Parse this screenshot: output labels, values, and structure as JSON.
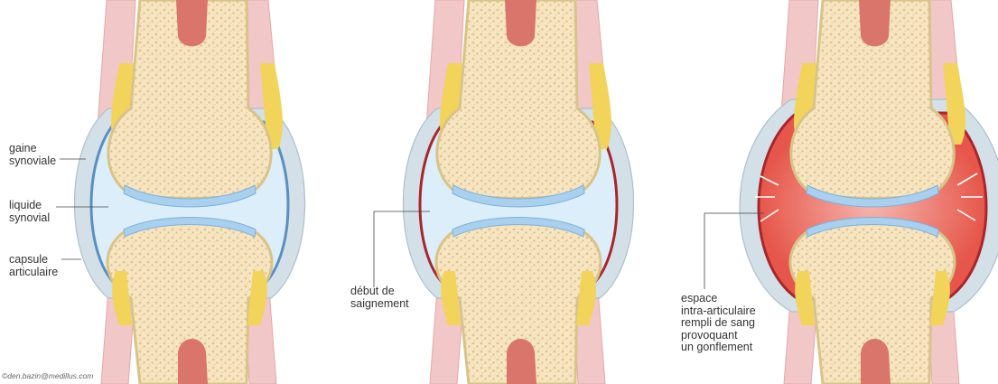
{
  "panels": [
    {
      "id": "normal",
      "labels": [
        {
          "key": "sheath",
          "text": "gaine\nsynoviale"
        },
        {
          "key": "fluid",
          "text": "liquide\nsynovial"
        },
        {
          "key": "capsule",
          "text": "capsule\narticulaire"
        }
      ]
    },
    {
      "id": "bleed-start",
      "labels": [
        {
          "key": "bleed",
          "text": "début de\nsaignement"
        }
      ]
    },
    {
      "id": "swollen",
      "labels": [
        {
          "key": "space",
          "text": "espace\nintra-articulaire\nrempli de sang\nprovoquant\nun gonflement"
        }
      ]
    }
  ],
  "credit": "©den.bazin@medillus.com",
  "colors": {
    "bone": "#f5e8b8",
    "marrow": "#e9c9a6",
    "medulla": "#d9756a",
    "fluid": "#dceefa",
    "capsule": "#cfdde6",
    "synovium_normal": "#5b8fbf",
    "synovium_bleed": "#a8262c",
    "blood": "#e0483d",
    "muscle": "#f2c7c7",
    "fat": "#f2d45a"
  }
}
